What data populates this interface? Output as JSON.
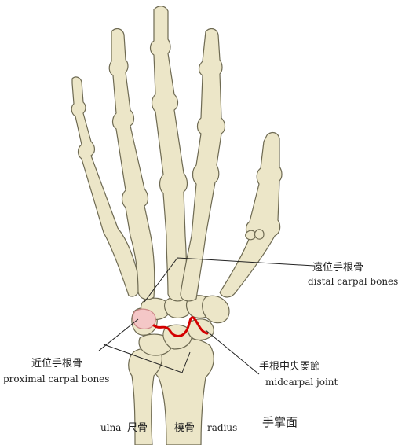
{
  "labels": {
    "distal_ja": "遠位手根骨",
    "distal_en": "distal carpal bones",
    "proximal_ja": "近位手根骨",
    "proximal_en": "proximal carpal bones",
    "midcarpal_ja": "手根中央関節",
    "midcarpal_en": "midcarpal joint",
    "ulna_en": "ulna",
    "ulna_ja": "尺骨",
    "radius_ja": "橈骨",
    "radius_en": "radius",
    "view_ja": "手掌面"
  },
  "colors": {
    "bone_fill": "#ece6c8",
    "bone_stroke": "#6e6a52",
    "joint_line": "#d40000",
    "proximal_highlight": "#f4c7c7",
    "leader_line": "#222222"
  }
}
